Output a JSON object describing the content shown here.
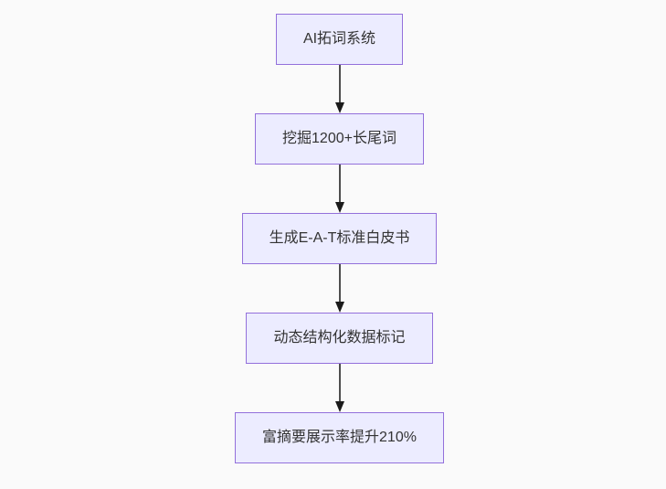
{
  "diagram": {
    "type": "flowchart",
    "direction": "top-down",
    "background_color": "#fafafa",
    "node_fill_color": "#ececff",
    "node_border_color": "#9370db",
    "node_text_color": "#333333",
    "arrow_line_color": "#4d4d4d",
    "arrow_head_color": "#1a1a1a",
    "nodes": [
      {
        "id": "A",
        "label": "AI拓词系统"
      },
      {
        "id": "B",
        "label": "挖掘1200+长尾词"
      },
      {
        "id": "C",
        "label": "生成E-A-T标准白皮书"
      },
      {
        "id": "D",
        "label": "动态结构化数据标记"
      },
      {
        "id": "E",
        "label": "富摘要展示率提升210%"
      }
    ],
    "edges": [
      {
        "from": "A",
        "to": "B"
      },
      {
        "from": "B",
        "to": "C"
      },
      {
        "from": "C",
        "to": "D"
      },
      {
        "from": "D",
        "to": "E"
      }
    ]
  }
}
